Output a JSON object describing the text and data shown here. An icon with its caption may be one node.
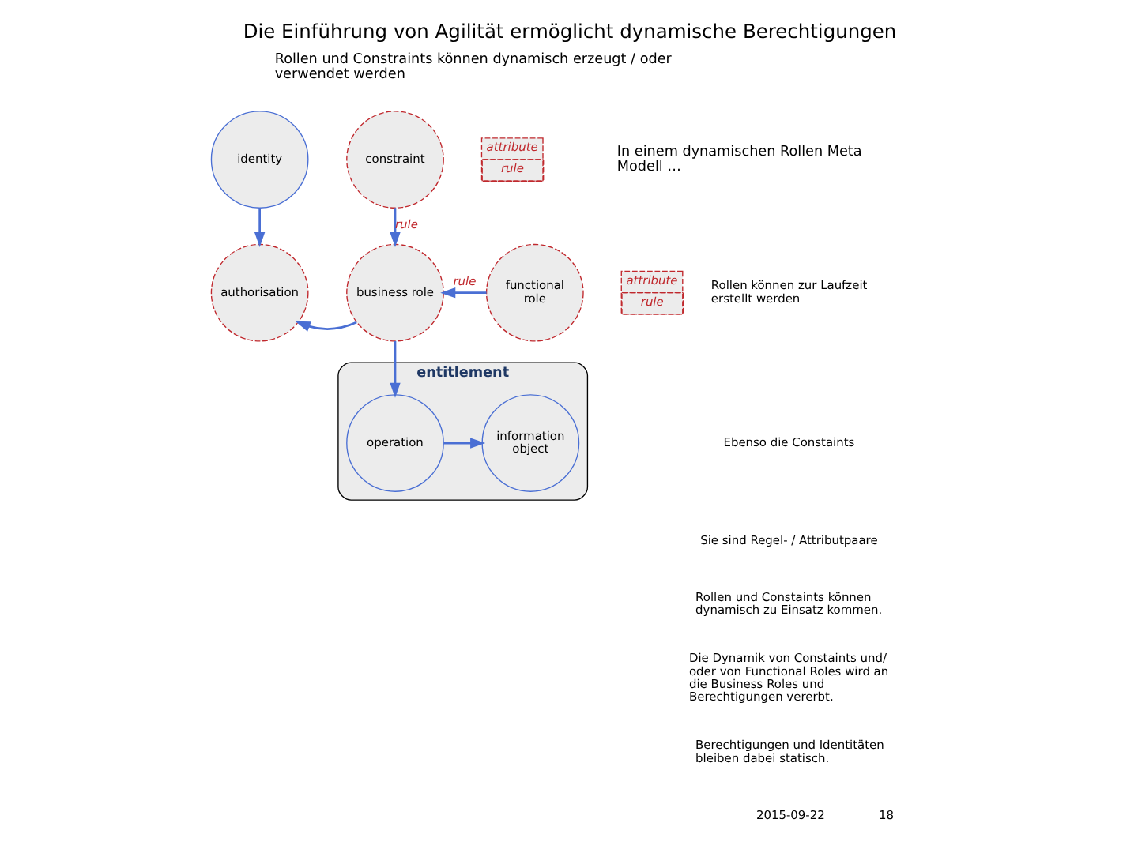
{
  "diagram": {
    "title": "Die Einführung von Agilität ermöglicht dynamische Berechtigungen",
    "nodes": [
      {
        "text": [
          "identity"
        ]
      },
      {
        "text": [
          "constraint"
        ]
      },
      {
        "text": [
          "attribute",
          "rule"
        ]
      },
      {
        "text": [
          "authorisation"
        ]
      },
      {
        "text": [
          "business role"
        ]
      },
      {
        "text": [
          "functional role"
        ]
      },
      {
        "text": [
          "attribute",
          "rule"
        ]
      },
      {
        "text": [
          "entitlement"
        ]
      },
      {
        "text": [
          "operation"
        ],
        "in": 7
      },
      {
        "text": [
          "information object"
        ],
        "in": 7
      }
    ],
    "edges": [
      {
        "from": 0,
        "to": 3,
        "arrow": "to"
      },
      {
        "from": 1,
        "to": 4,
        "arrow": "to",
        "label": "rule"
      },
      {
        "from": 4,
        "to": 3,
        "arrow": "to"
      },
      {
        "from": 5,
        "to": 4,
        "arrow": "to",
        "label": "rule"
      },
      {
        "from": 4,
        "to": 8,
        "arrow": "to"
      },
      {
        "from": 8,
        "to": 9,
        "arrow": "to"
      }
    ],
    "labels": [
      "Rollen und Constraints können dynamisch erzeugt / oder verwendet werden",
      "In einem dynamischen Rollen Meta Modell …",
      "Rollen können zur Laufzeit erstellt werden",
      "Ebenso die Constaints",
      "Sie sind Regel- / Attributpaare",
      "Rollen und Constaints können dynamisch zu Einsatz kommen.",
      "Die Dynamik von Constaints und/ oder von Functional Roles wird an die Business Roles und Berechtigungen vererbt.",
      "Berechtigungen und Identitäten bleiben dabei statisch.",
      "2015-09-22",
      "18"
    ]
  }
}
